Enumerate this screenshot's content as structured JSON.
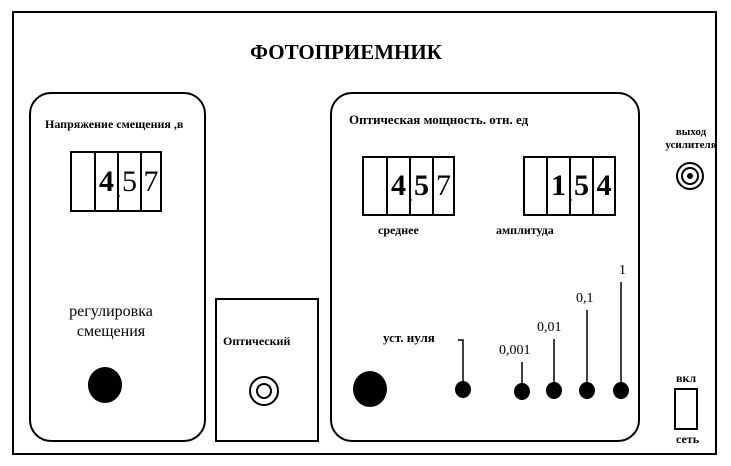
{
  "title": "ФОТОПРИЕМНИК",
  "bias": {
    "label": "Напряжение смещения ,в",
    "digits": [
      "",
      "4",
      "5",
      "7"
    ],
    "adjust_label_line1": "регулировка",
    "adjust_label_line2": "смещения"
  },
  "optical_input": {
    "label": "Оптический"
  },
  "power": {
    "label": "Оптическая мощность. отн. ед",
    "average": {
      "digits": [
        "",
        "4",
        "5",
        "7"
      ],
      "label": "среднее"
    },
    "amplitude": {
      "digits": [
        "",
        "1",
        "5",
        "4"
      ],
      "label": "амплитуда"
    },
    "zero_label": "уст. нуля",
    "ranges": [
      "0,001",
      "0,01",
      "0,1",
      "1"
    ]
  },
  "amp_output": {
    "label_line1": "выход",
    "label_line2": "усилителя"
  },
  "mains": {
    "on_label": "вкл",
    "net_label": "сеть"
  }
}
